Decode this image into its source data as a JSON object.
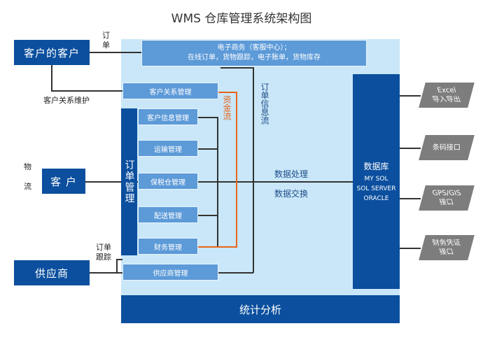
{
  "title": "WMS 仓库管理系统架构图",
  "external": {
    "customers_customer": "客户的客户",
    "customer": "客 户",
    "supplier": "供应商"
  },
  "edge_labels": {
    "order_top": "订\n单",
    "crm_maintain": "客户关系维护",
    "logistics": "物\n\n流",
    "order_track": "订单\n跟踪",
    "capital_flow": "资金流",
    "order_info_flow": "订单信息流",
    "data_processing": "数据处理",
    "data_exchange": "数据交换"
  },
  "ecommerce": {
    "line1": "电子商务（客服中心）；",
    "line2": "在线订单，货物跟踪，电子账单，货物库存"
  },
  "crm_box": "客户关系管理",
  "order_mgmt": "订单管理",
  "modules": [
    "客户信息管理",
    "运输管理",
    "保税仓管理",
    "配送管理",
    "财务管理"
  ],
  "supplier_mgmt": "供应商管理",
  "statistics": "统计分析",
  "database": {
    "title": "数据库",
    "lines": [
      "MY SOL",
      "SOL SERVER",
      "ORACLE"
    ]
  },
  "interfaces": [
    {
      "line1": "Excel",
      "line2": "导入导出"
    },
    {
      "line1": "条码接口",
      "line2": ""
    },
    {
      "line1": "GPS/GIS",
      "line2": "接口"
    },
    {
      "line1": "财务凭证",
      "line2": "接口"
    }
  ],
  "colors": {
    "dark_blue": "#0b4f9e",
    "mid_blue": "#5c9ad8",
    "light_bg": "#c9e7f8",
    "capital_flow": "#e8651a",
    "interface_gray": "#7d7d7d"
  }
}
